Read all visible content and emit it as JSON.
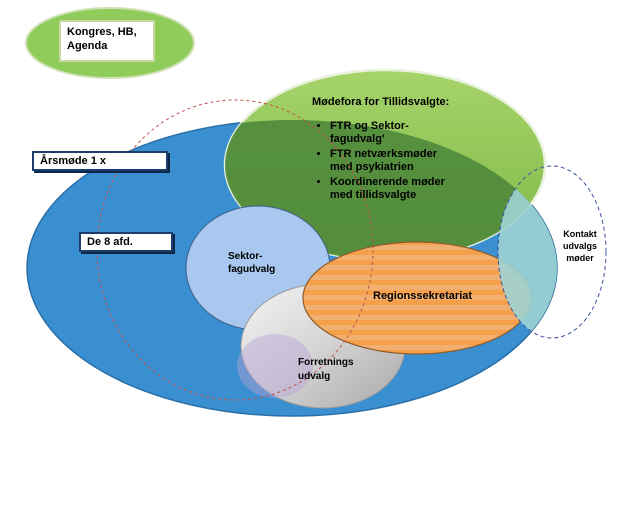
{
  "kongres": {
    "lines": [
      "Kongres, HB,",
      "Agenda"
    ]
  },
  "aarsmoede": {
    "label": "Årsmøde 1 x"
  },
  "afdelinger": {
    "label": "De 8 afd."
  },
  "modefora": {
    "title": "Mødefora for Tillidsvalgte:",
    "items": [
      "FTR og Sektor-\nfagudvalg'",
      "FTR netværksmøder\nmed psykiatrien",
      "Koordinerende møder\nmed tillidsvalgte"
    ]
  },
  "sektor": {
    "lines": [
      "Sektor-",
      "fagudvalg"
    ]
  },
  "region": {
    "label": "Regionssekretariat"
  },
  "forretning": {
    "lines": [
      "Forretnings",
      "udvalg"
    ]
  },
  "kontakt": {
    "lines": [
      "Kontakt",
      "udvalgs",
      "møder"
    ]
  },
  "colors": {
    "big_blue": "#3a8fd0",
    "green": "#8cc44f",
    "dark_green": "#4f8a3c",
    "light_blue": "#a9c8ef",
    "orange": "#f5a24a",
    "grey": "#d6d6d6",
    "teal": "#9fd3d3"
  }
}
